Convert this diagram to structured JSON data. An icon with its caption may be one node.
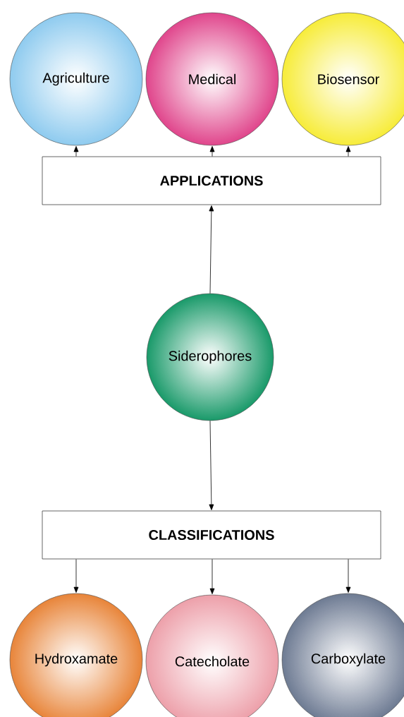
{
  "diagram": {
    "nodes": [
      {
        "text": [
          "Agriculture"
        ]
      },
      {
        "text": [
          "Medical"
        ]
      },
      {
        "text": [
          "Biosensor"
        ]
      },
      {
        "text": [
          "APPLICATIONS"
        ]
      },
      {
        "text": [
          "Siderophores"
        ]
      },
      {
        "text": [
          "CLASSIFICATIONS"
        ]
      },
      {
        "text": [
          "Hydroxamate"
        ]
      },
      {
        "text": [
          "Catecholate"
        ]
      },
      {
        "text": [
          "Carboxylate"
        ]
      }
    ],
    "edges": [
      {
        "from": 3,
        "to": 0,
        "arrow": "to"
      },
      {
        "from": 3,
        "to": 1,
        "arrow": "to"
      },
      {
        "from": 3,
        "to": 2,
        "arrow": "to"
      },
      {
        "from": 4,
        "to": 3,
        "arrow": "to"
      },
      {
        "from": 4,
        "to": 5,
        "arrow": "to"
      },
      {
        "from": 5,
        "to": 6,
        "arrow": "to"
      },
      {
        "from": 5,
        "to": 7,
        "arrow": "to"
      },
      {
        "from": 5,
        "to": 8,
        "arrow": "to"
      }
    ]
  }
}
